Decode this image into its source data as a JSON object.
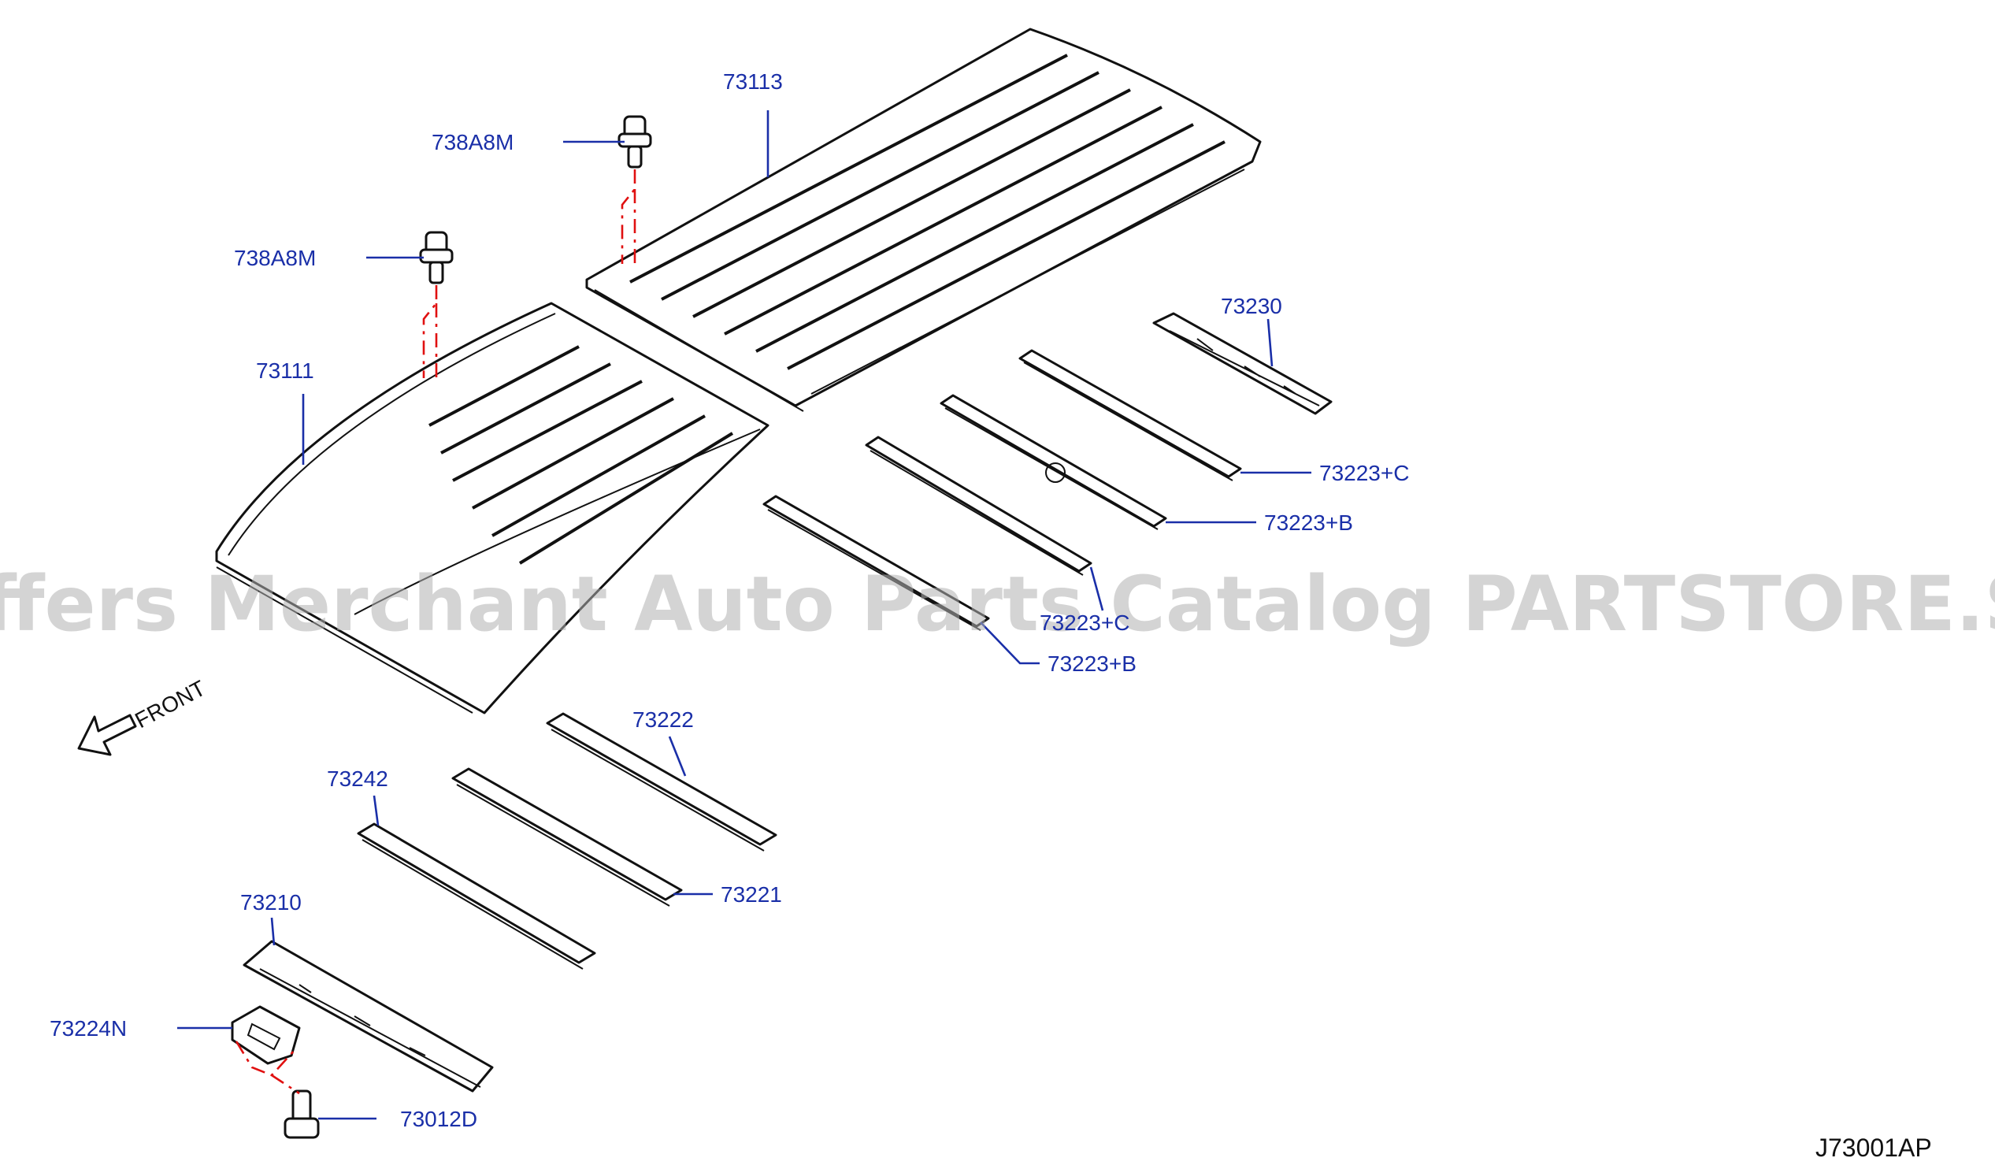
{
  "watermark": "Offers Merchant Auto Parts Catalog PARTSTORE.SA",
  "direction_label": "FRONT",
  "diagram_code": "J73001AP",
  "callouts": [
    {
      "id": "73113",
      "text": "73113"
    },
    {
      "id": "738A8M-rear",
      "text": "738A8M"
    },
    {
      "id": "738A8M-front",
      "text": "738A8M"
    },
    {
      "id": "73111",
      "text": "73111"
    },
    {
      "id": "73230",
      "text": "73230"
    },
    {
      "id": "73223C-upper",
      "text": "73223+C"
    },
    {
      "id": "73223B-upper",
      "text": "73223+B"
    },
    {
      "id": "73223C-lower",
      "text": "73223+C"
    },
    {
      "id": "73223B-lower",
      "text": "73223+B"
    },
    {
      "id": "73222",
      "text": "73222"
    },
    {
      "id": "73242",
      "text": "73242"
    },
    {
      "id": "73221",
      "text": "73221"
    },
    {
      "id": "73210",
      "text": "73210"
    },
    {
      "id": "73224N",
      "text": "73224N"
    },
    {
      "id": "73012D",
      "text": "73012D"
    }
  ],
  "colors": {
    "callout_text": "#1a2fa8",
    "leader_line": "#1a2fa8",
    "fastener_path": "#e01010",
    "part_outline": "#111111",
    "watermark": "#b0b0b0"
  }
}
